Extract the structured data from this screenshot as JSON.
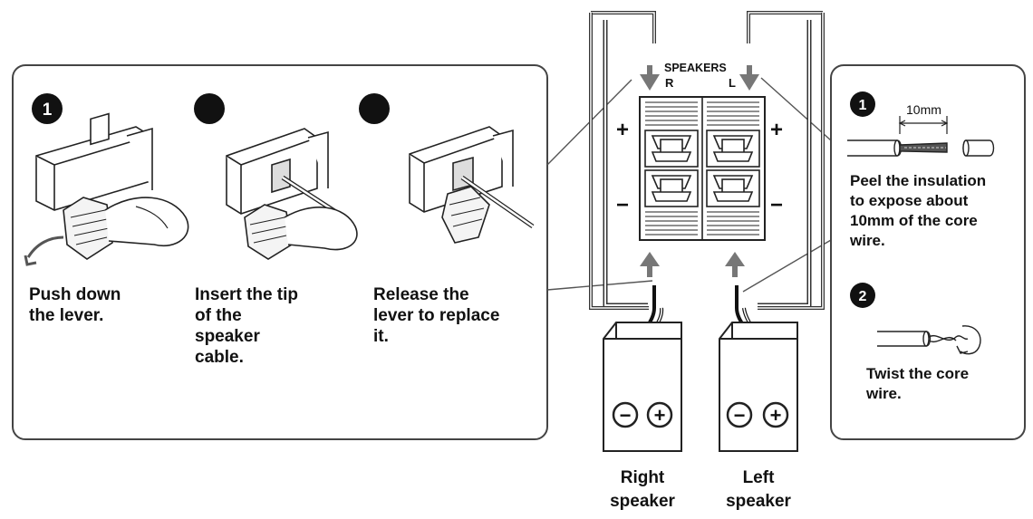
{
  "steps_left": [
    {
      "marker": "1",
      "caption": [
        "Push down",
        "the lever."
      ]
    },
    {
      "marker": "",
      "caption": [
        "Insert the tip",
        "of the",
        "speaker",
        "cable."
      ]
    },
    {
      "marker": "",
      "caption": [
        "Release the",
        "lever to replace",
        "it."
      ]
    }
  ],
  "terminal": {
    "title": "SPEAKERS",
    "right_channel": "R",
    "left_channel": "L",
    "plus": "+",
    "minus": "−"
  },
  "speakers": {
    "right": {
      "label": [
        "Right",
        "speaker"
      ],
      "minus": "−",
      "plus": "+"
    },
    "left": {
      "label": [
        "Left",
        "speaker"
      ],
      "minus": "−",
      "plus": "+"
    }
  },
  "prep_steps": [
    {
      "marker": "1",
      "measure": "10mm",
      "caption": [
        "Peel the insulation",
        "to expose about",
        "10mm of the core",
        "wire."
      ]
    },
    {
      "marker": "2",
      "caption": [
        "Twist the core",
        "wire."
      ]
    }
  ]
}
